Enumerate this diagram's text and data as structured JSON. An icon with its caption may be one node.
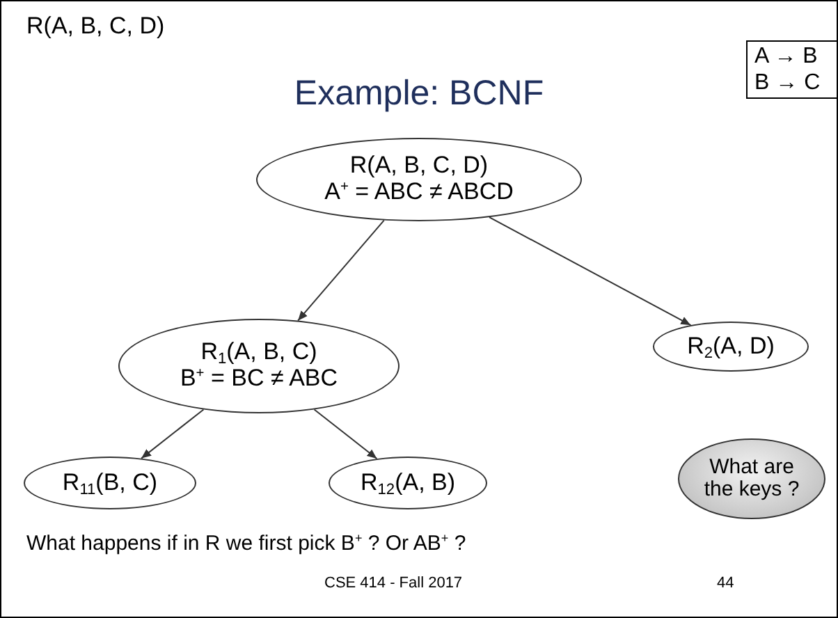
{
  "diagram": {
    "title": "Example: BCNF",
    "nodes": [
      {
        "text": [
          "A → B",
          "B → C"
        ]
      },
      {
        "text": [
          "R(A, B, C, D)",
          "A$^{+}$ = ABC ≠ ABCD"
        ]
      },
      {
        "text": [
          "R$_{1}$(A, B, C)",
          "B$^{+}$ = BC ≠ ABC"
        ]
      },
      {
        "text": [
          "R$_{2}$(A, D)"
        ]
      },
      {
        "text": [
          "R$_{11}$(B, C)"
        ]
      },
      {
        "text": [
          "R$_{12}$(A, B)"
        ]
      },
      {
        "text": [
          "What are the keys ?"
        ]
      }
    ],
    "edges": [
      {
        "from": 1,
        "to": 2,
        "arrow": "to"
      },
      {
        "from": 1,
        "to": 3,
        "arrow": "to"
      },
      {
        "from": 2,
        "to": 4,
        "arrow": "to"
      },
      {
        "from": 2,
        "to": 5,
        "arrow": "to"
      }
    ],
    "labels": [
      "R(A, B, C, D)",
      "What happens if in R we first pick B$^{+}$  ?  Or AB$^{+}$ ?",
      "CSE 414 - Fall 2017",
      "44"
    ]
  }
}
